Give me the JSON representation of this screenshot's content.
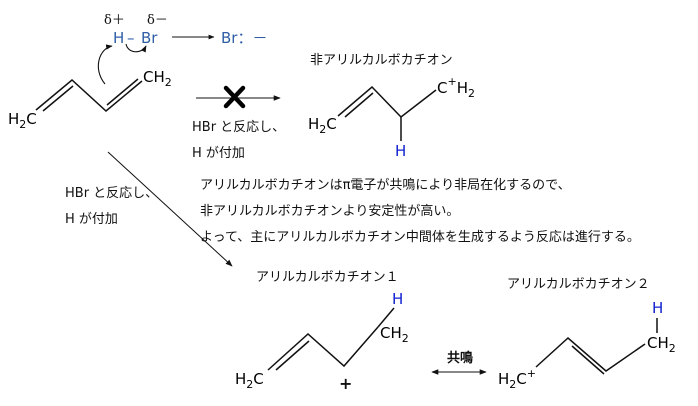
{
  "colors": {
    "reagent": "#2f5ea8",
    "hydrogen": "#1020d0",
    "text": "#111111",
    "cross": "#000000"
  },
  "hbr": {
    "delta_plus": "δ＋",
    "delta_minus": "δ－",
    "h": "H",
    "dash": "–",
    "br": "Br",
    "bromide": "Br：－"
  },
  "butadiene": {
    "h2c": "H",
    "h2c_sub": "2",
    "h2c_c": "C",
    "ch2_c": "CH",
    "ch2_sub": "2"
  },
  "non_allyl": {
    "title": "非アリルカルボカチオン",
    "h2c_h": "H",
    "h2c_sub": "2",
    "h2c_c": "C",
    "ch2_c": "C",
    "ch2_plus": "+",
    "ch2_h": "H",
    "ch2_sub": "2",
    "h": "H"
  },
  "reaction_note_top": {
    "line1": "HBr と反応し、",
    "line2": "H が付加"
  },
  "reaction_note_left": {
    "line1": "HBr と反応し、",
    "line2": "H が付加"
  },
  "explanation": {
    "line1": "アリルカルボカチオンはπ電子が共鳴により非局在化するので、",
    "line2": "非アリルカルボカチオンより安定性が高い。",
    "line3": "よって、主にアリルカルボカチオン中間体を生成するよう反応は進行する。"
  },
  "allyl1": {
    "title": "アリルカルボカチオン１",
    "h2c_h": "H",
    "h2c_sub": "2",
    "h2c_c": "C",
    "ch2_c": "CH",
    "ch2_sub": "2",
    "h": "H",
    "plus": "+"
  },
  "resonance": {
    "label": "共鳴"
  },
  "allyl2": {
    "title": "アリルカルボカチオン２",
    "h2c_h": "H",
    "h2c_sub": "2",
    "h2c_c": "C",
    "h2c_plus": "+",
    "ch2_c": "CH",
    "ch2_sub": "2",
    "h": "H"
  }
}
